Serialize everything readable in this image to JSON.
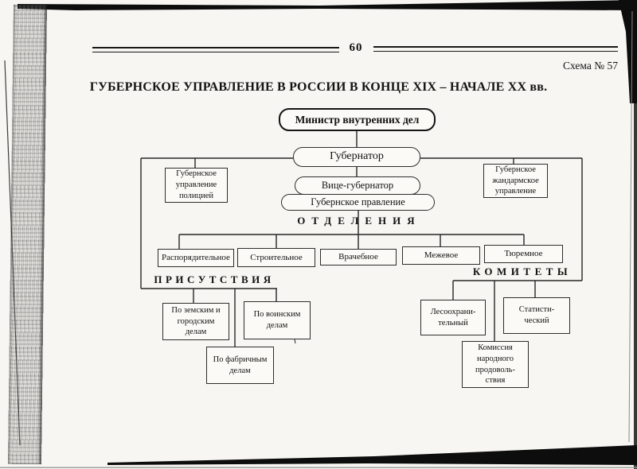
{
  "page": {
    "number": "60",
    "scheme_label": "Схема № 57",
    "title": "ГУБЕРНСКОЕ УПРАВЛЕНИЕ В РОССИИ В КОНЦЕ XIX – НАЧАЛЕ XX вв."
  },
  "diagram": {
    "nodes": {
      "minister": "Министр внутренних дел",
      "governor": "Губернатор",
      "vice_governor": "Вице-губернатор",
      "provincial_board": "Губернское правление",
      "police_directorate": "Губернское\nуправление\nполицией",
      "gendarme_directorate": "Губернское\nжандармское\nуправление",
      "dept_administrative": "Распорядительное",
      "dept_construction": "Строительное",
      "dept_medical": "Врачебное",
      "dept_survey": "Межевое",
      "dept_prison": "Тюремное",
      "board_zemstvo_city": "По земским и\nгородским\nделам",
      "board_military": "По воинским\nделам",
      "board_factory": "По фабричным\nделам",
      "committee_forest": "Лесоохрани-\nтельный",
      "committee_statistical": "Статисти-\nческий",
      "committee_food": "Комиссия\nнародного\nпродоволь-\nствия"
    },
    "group_labels": {
      "departments": "ОТДЕЛЕНИЯ",
      "boards": "ПРИСУТСТВИЯ",
      "committees": "КОМИТЕТЫ"
    }
  },
  "chart_data": {
    "type": "org-diagram",
    "title": "ГУБЕРНСКОЕ УПРАВЛЕНИЕ В РОССИИ В КОНЦЕ XIX – НАЧАЛЕ XX вв.",
    "root": "Министр внутренних дел",
    "edges": [
      [
        "Министр внутренних дел",
        "Губернатор"
      ],
      [
        "Губернатор",
        "Губернское управление полицией"
      ],
      [
        "Губернатор",
        "Вице-губернатор"
      ],
      [
        "Губернатор",
        "Губернское жандармское управление"
      ],
      [
        "Вице-губернатор",
        "Губернское правление"
      ]
    ],
    "groups": [
      {
        "label": "ОТДЕЛЕНИЯ",
        "parent": "Губернское правление",
        "children": [
          "Распорядительное",
          "Строительное",
          "Врачебное",
          "Межевое",
          "Тюремное"
        ]
      },
      {
        "label": "ПРИСУТСТВИЯ",
        "parent": "Губернатор",
        "children": [
          "По земским и городским делам",
          "По воинским делам",
          "По фабричным делам"
        ]
      },
      {
        "label": "КОМИТЕТЫ",
        "parent": "Губернатор",
        "children": [
          "Лесоохранительный",
          "Статистический",
          "Комиссия народного продовольствия"
        ]
      }
    ]
  }
}
